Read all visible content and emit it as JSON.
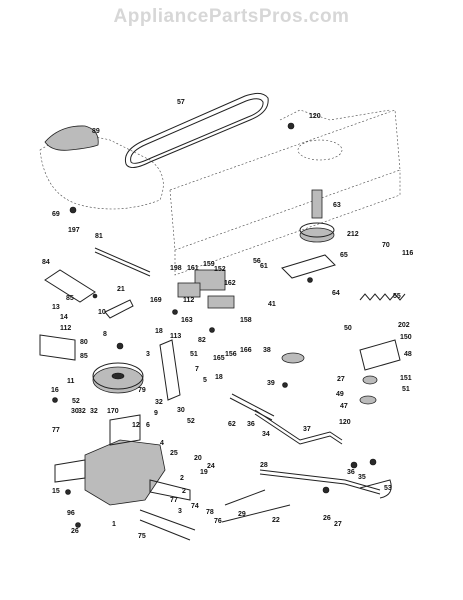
{
  "watermark": "AppliancePartsPros.com",
  "callouts": [
    "57",
    "120",
    "89",
    "63",
    "212",
    "70",
    "116",
    "69",
    "197",
    "81",
    "198",
    "161",
    "159",
    "152",
    "56",
    "65",
    "61",
    "84",
    "21",
    "169",
    "112",
    "162",
    "55",
    "64",
    "85",
    "41",
    "13",
    "14",
    "112",
    "10",
    "8",
    "158",
    "163",
    "166",
    "50",
    "202",
    "150",
    "80",
    "85",
    "18",
    "113",
    "82",
    "165",
    "156",
    "38",
    "48",
    "3",
    "51",
    "11",
    "79",
    "7",
    "5",
    "27",
    "49",
    "151",
    "51",
    "18",
    "39",
    "47",
    "16",
    "120",
    "52",
    "170",
    "32",
    "32",
    "30",
    "36",
    "62",
    "34",
    "37",
    "12",
    "6",
    "32",
    "30",
    "52",
    "9",
    "77",
    "4",
    "25",
    "20",
    "19",
    "24",
    "2",
    "28",
    "2",
    "77",
    "36",
    "15",
    "35",
    "53",
    "3",
    "78",
    "29",
    "26",
    "27",
    "96",
    "74",
    "76",
    "22",
    "26",
    "75",
    "1"
  ]
}
